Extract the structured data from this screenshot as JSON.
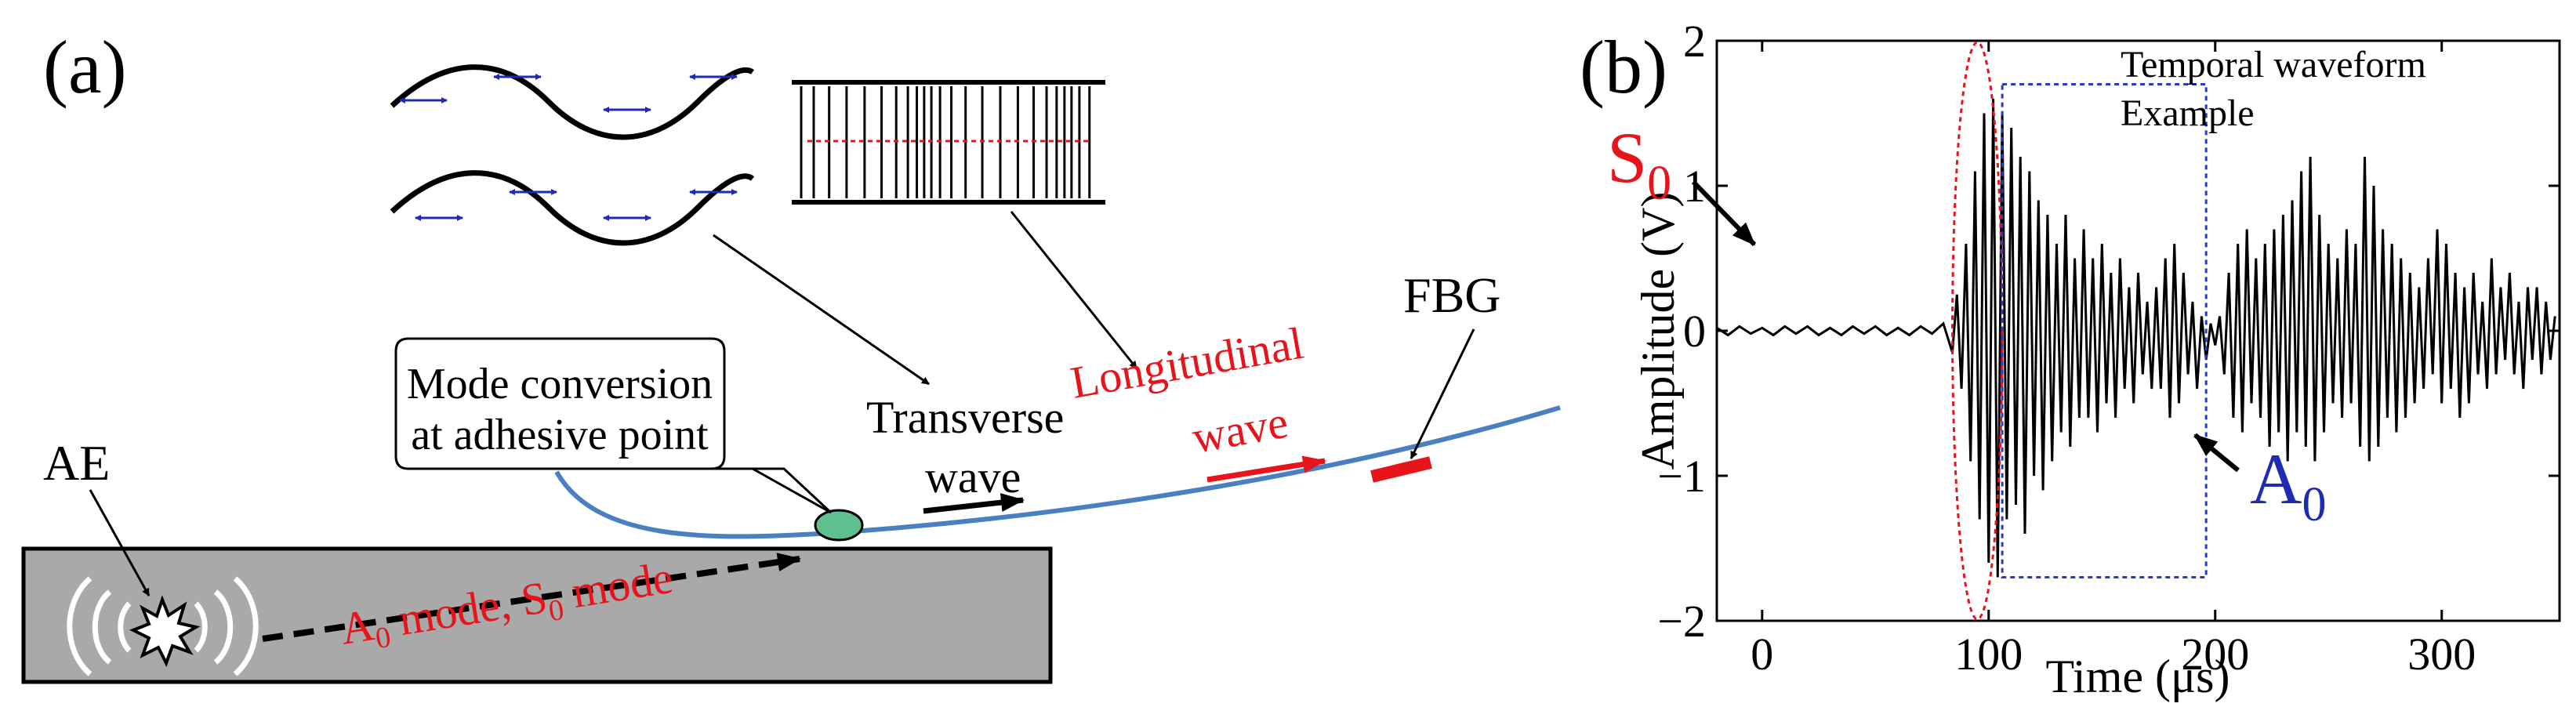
{
  "panel_a": {
    "label": "(a)",
    "ae_label": "AE",
    "mode_text": "A₀ mode, S₀ mode",
    "mode_text_parts": {
      "A": "A",
      "A_sub": "0",
      "mid": " mode, S",
      "S_sub": "0",
      "end": " mode"
    },
    "callout_line1": "Mode conversion",
    "callout_line2": "at adhesive point",
    "transverse_line1": "Transverse",
    "transverse_line2": "wave",
    "longitudinal_line1": "Longitudinal",
    "longitudinal_line2": "wave",
    "fbg_label": "FBG"
  },
  "panel_b": {
    "label": "(b)",
    "legend_line1": "Temporal waveform",
    "legend_line2": "Example",
    "s0_label": {
      "base": "S",
      "sub": "0"
    },
    "a0_label": {
      "base": "A",
      "sub": "0"
    }
  },
  "colors": {
    "red": "#e8141b",
    "blue": "#1f2bb5",
    "fiber": "#4a7fc1",
    "plate": "#a9a9a9",
    "adhesive": "#5fc08f",
    "dark_red_box": "#e8141b",
    "dark_blue_box": "#2a39c8"
  },
  "chart_data": {
    "type": "line",
    "title": "",
    "xlabel": "Time (μs)",
    "ylabel": "Amplitude (V)",
    "xlim": [
      -20,
      352
    ],
    "ylim": [
      -2,
      2
    ],
    "xticks": [
      0,
      100,
      200,
      300
    ],
    "yticks": [
      -2,
      -1,
      0,
      1,
      2
    ],
    "xtick_labels": [
      "0",
      "100",
      "200",
      "300"
    ],
    "ytick_labels": [
      "−2",
      "−1",
      "0",
      "1",
      "2"
    ],
    "legend": "top-right",
    "grid": false,
    "series": [
      {
        "name": "Temporal waveform Example",
        "x": [
          -20,
          -15,
          -10,
          -5,
          0,
          5,
          10,
          15,
          20,
          25,
          30,
          35,
          40,
          45,
          50,
          55,
          60,
          65,
          70,
          75,
          80,
          84,
          86,
          88,
          90,
          92,
          94,
          96,
          98,
          100,
          102,
          104,
          106,
          108,
          110,
          112,
          114,
          116,
          118,
          120,
          122,
          124,
          126,
          128,
          130,
          132,
          134,
          136,
          138,
          140,
          142,
          144,
          146,
          148,
          150,
          152,
          154,
          156,
          158,
          160,
          162,
          164,
          166,
          168,
          170,
          172,
          174,
          176,
          178,
          180,
          182,
          184,
          186,
          188,
          190,
          192,
          194,
          196,
          198,
          200,
          202,
          204,
          206,
          208,
          210,
          212,
          214,
          216,
          218,
          220,
          222,
          224,
          226,
          228,
          230,
          232,
          234,
          236,
          238,
          240,
          242,
          244,
          246,
          248,
          250,
          252,
          254,
          256,
          258,
          260,
          262,
          264,
          266,
          268,
          270,
          272,
          274,
          276,
          278,
          280,
          282,
          284,
          286,
          288,
          290,
          292,
          294,
          296,
          298,
          300,
          302,
          304,
          306,
          308,
          310,
          312,
          314,
          316,
          318,
          320,
          322,
          324,
          326,
          328,
          330,
          332,
          334,
          336,
          338,
          340,
          342,
          344,
          346,
          348,
          350
        ],
        "y": [
          0.02,
          -0.03,
          0.03,
          -0.02,
          0.02,
          -0.03,
          0.03,
          -0.02,
          0.03,
          -0.03,
          0.02,
          -0.03,
          0.03,
          -0.02,
          0.03,
          -0.03,
          0.02,
          -0.03,
          0.03,
          -0.02,
          0.05,
          -0.15,
          0.25,
          -0.4,
          0.6,
          -0.9,
          1.1,
          -1.3,
          1.5,
          -1.6,
          1.6,
          -1.7,
          1.5,
          -1.3,
          1.4,
          -1.2,
          1.2,
          -1.4,
          1.1,
          -1.0,
          0.9,
          -1.1,
          0.8,
          -0.9,
          0.6,
          -0.7,
          0.8,
          -0.8,
          0.5,
          -0.6,
          0.7,
          -0.6,
          0.5,
          -0.7,
          0.6,
          -0.5,
          0.4,
          -0.6,
          0.5,
          -0.4,
          0.3,
          -0.5,
          0.4,
          -0.3,
          0.2,
          -0.4,
          0.3,
          -0.4,
          0.5,
          -0.6,
          0.6,
          -0.5,
          0.4,
          -0.3,
          0.2,
          -0.4,
          0.1,
          -0.2,
          0.05,
          -0.1,
          0.1,
          -0.3,
          0.4,
          -0.6,
          0.6,
          -0.7,
          0.7,
          -0.5,
          0.5,
          -0.6,
          0.6,
          -0.8,
          0.7,
          -0.7,
          0.8,
          -0.9,
          0.9,
          -0.7,
          1.1,
          -0.8,
          1.2,
          -0.9,
          0.8,
          -0.7,
          0.6,
          -0.5,
          0.5,
          -0.6,
          0.7,
          -0.5,
          0.6,
          -0.8,
          1.2,
          -0.9,
          1.0,
          -0.8,
          0.7,
          -0.6,
          0.6,
          -0.7,
          0.5,
          -0.6,
          0.4,
          -0.5,
          0.3,
          -0.4,
          0.5,
          -0.3,
          0.7,
          -0.5,
          0.6,
          -0.4,
          0.4,
          -0.6,
          0.3,
          -0.5,
          0.4,
          -0.3,
          0.2,
          -0.4,
          0.5,
          -0.3,
          0.3,
          -0.2,
          0.4,
          -0.3,
          0.2,
          -0.4,
          0.3,
          -0.2,
          0.3,
          -0.3,
          0.2,
          -0.2,
          0.1
        ]
      }
    ],
    "annotations": [
      {
        "shape": "ellipse",
        "color": "red",
        "label": "S0",
        "x_range": [
          84,
          106
        ],
        "y_range": [
          -2,
          2
        ]
      },
      {
        "shape": "rectangle",
        "color": "blue",
        "label": "A0",
        "x_range": [
          106,
          196
        ],
        "y_range": [
          -1.7,
          1.7
        ]
      }
    ]
  }
}
